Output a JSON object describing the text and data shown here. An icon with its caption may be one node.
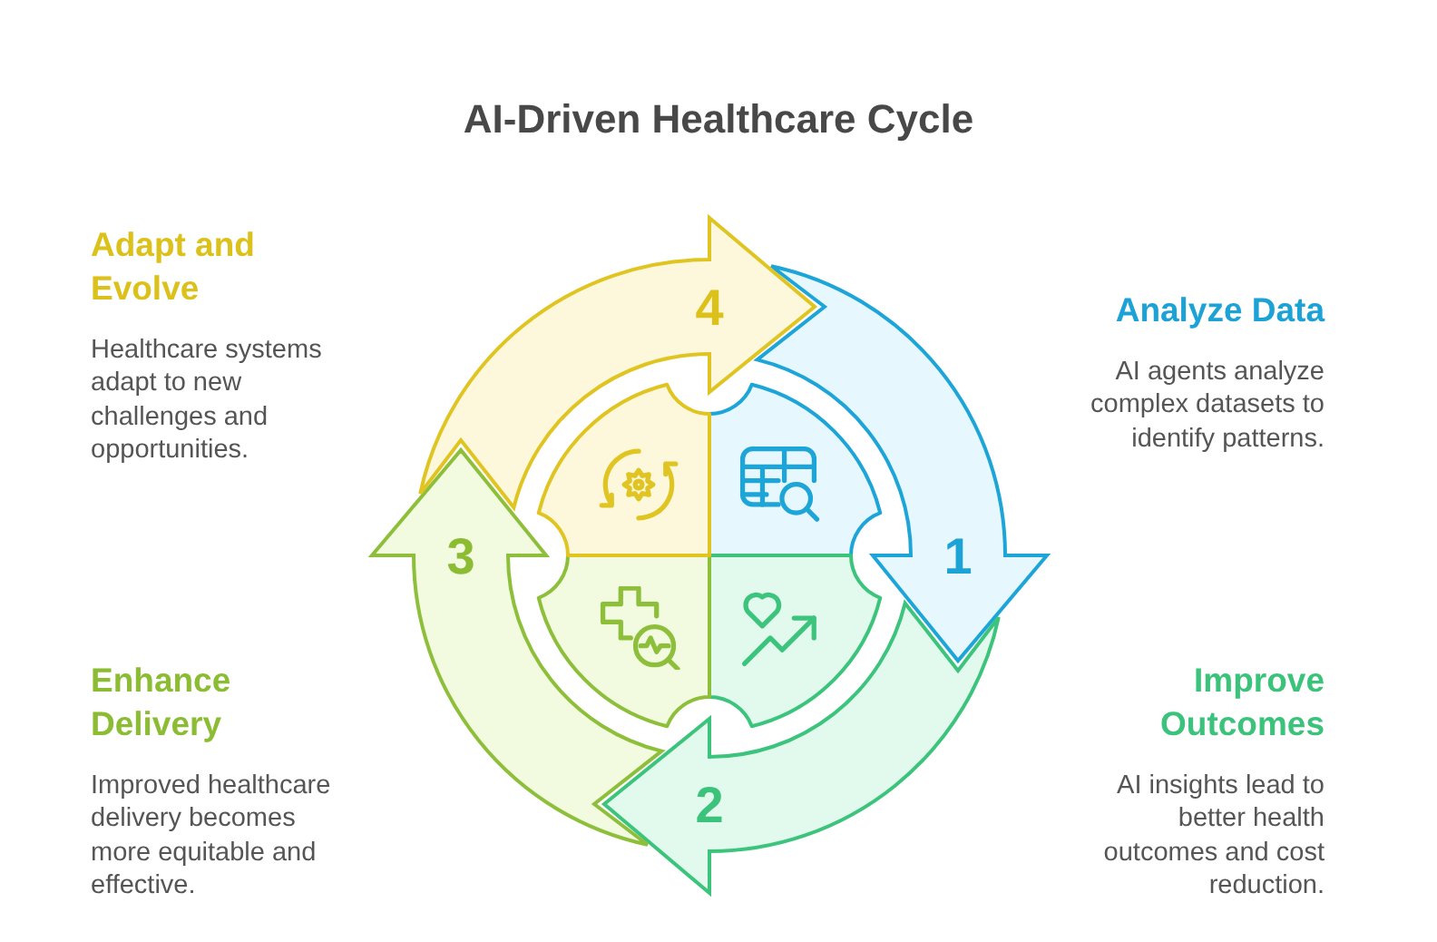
{
  "diagram": {
    "title": "AI-Driven Healthcare Cycle",
    "nodes": [
      {
        "text": [
          "1"
        ],
        "beside": [
          "Analyze Data",
          "AI agents analyze complex datasets to identify patterns."
        ]
      },
      {
        "text": [
          "2"
        ],
        "beside": [
          "Improve Outcomes",
          "AI insights lead to better health outcomes and cost reduction."
        ]
      },
      {
        "text": [
          "3"
        ],
        "beside": [
          "Enhance Delivery",
          "Improved healthcare delivery becomes more equitable and effective."
        ]
      },
      {
        "text": [
          "4"
        ],
        "beside": [
          "Adapt and Evolve",
          "Healthcare systems adapt to new challenges and opportunities."
        ]
      }
    ]
  }
}
